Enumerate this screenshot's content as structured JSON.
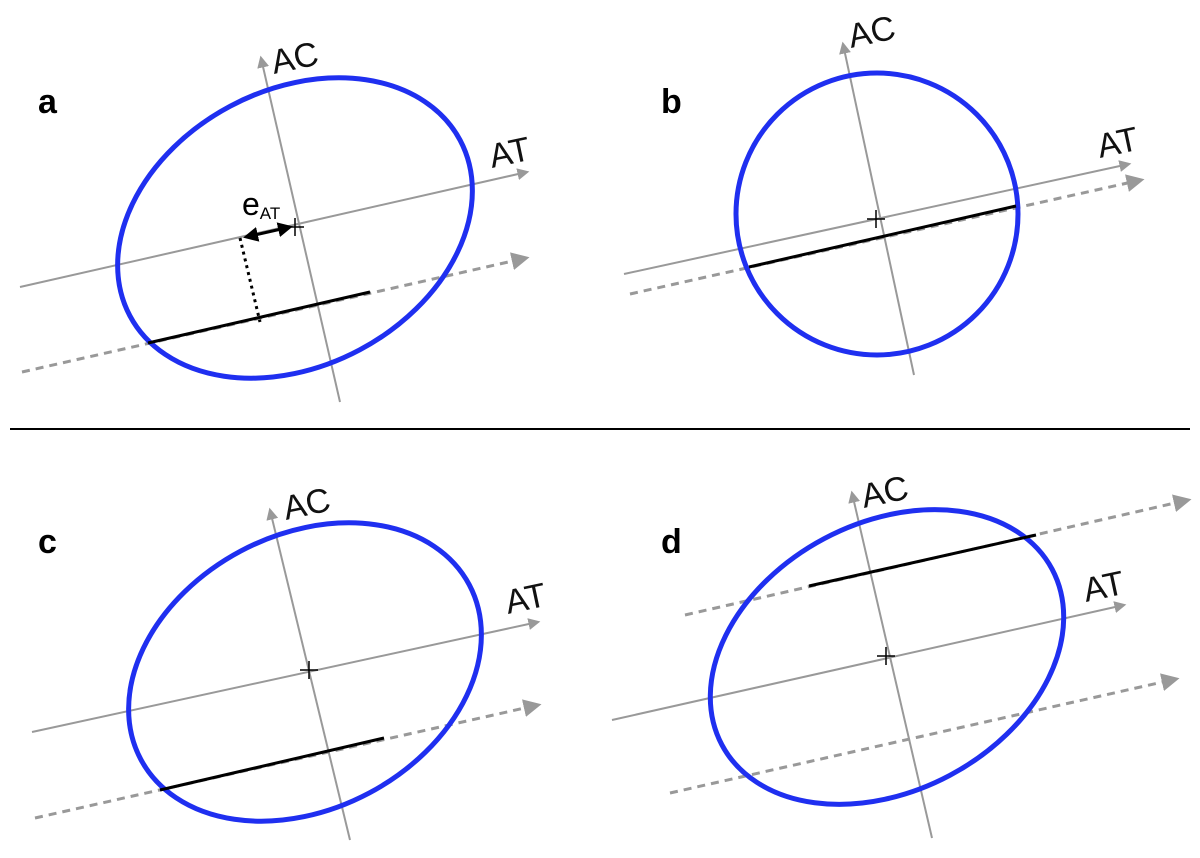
{
  "colors": {
    "ellipse": "#1f2ff0",
    "axis": "#999999",
    "track": "#999999",
    "chord": "#000000",
    "divider": "#000000"
  },
  "panels": [
    {
      "id": "a",
      "label": "a",
      "ac_label": "AC",
      "at_label": "AT",
      "offset_label": "e",
      "offset_sub": "AT"
    },
    {
      "id": "b",
      "label": "b",
      "ac_label": "AC",
      "at_label": "AT"
    },
    {
      "id": "c",
      "label": "c",
      "ac_label": "AC",
      "at_label": "AT"
    },
    {
      "id": "d",
      "label": "d",
      "ac_label": "AC",
      "at_label": "AT"
    }
  ]
}
